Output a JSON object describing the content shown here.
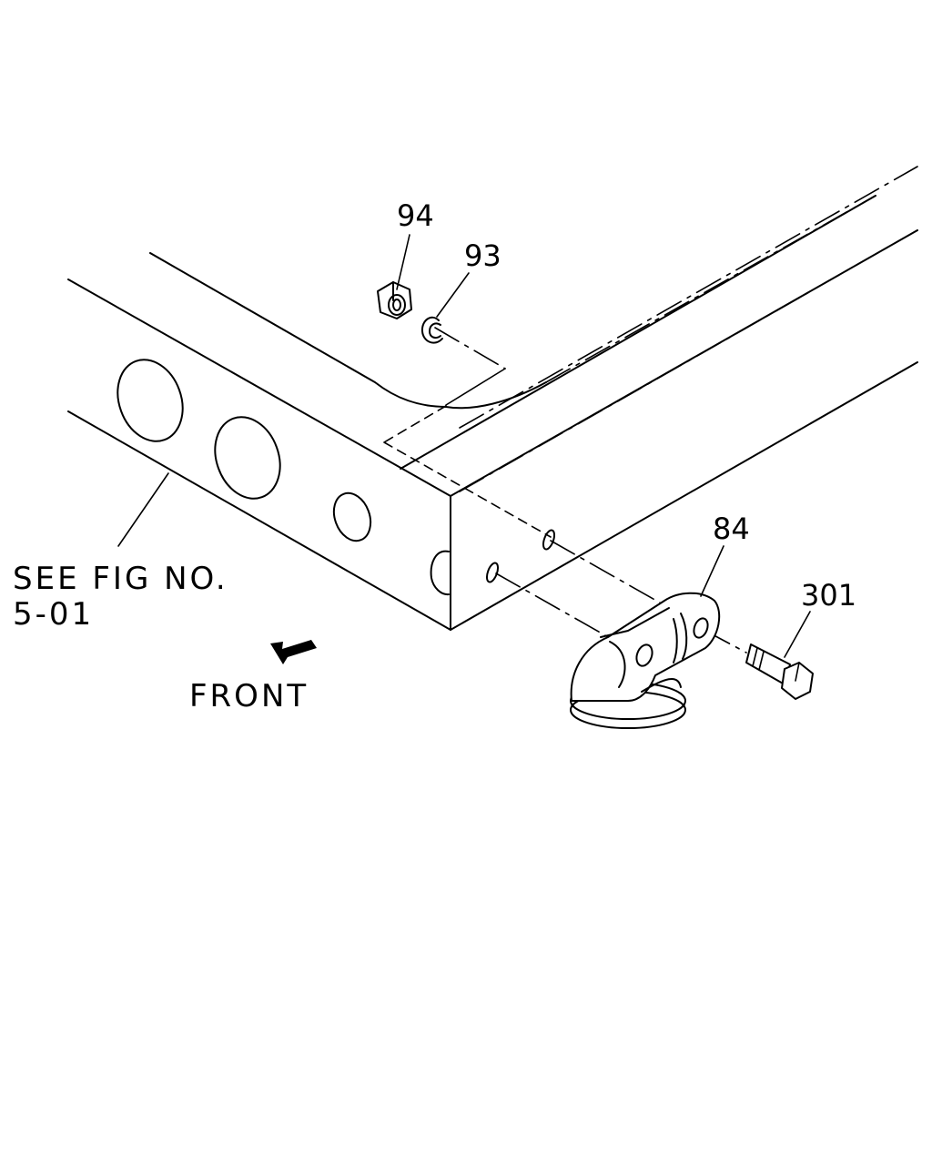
{
  "callouts": {
    "nut": "94",
    "washer": "93",
    "hook": "84",
    "bolt": "301"
  },
  "reference": {
    "line1": "SEE FIG NO.",
    "line2": "5-01"
  },
  "direction": {
    "label": "FRONT"
  }
}
